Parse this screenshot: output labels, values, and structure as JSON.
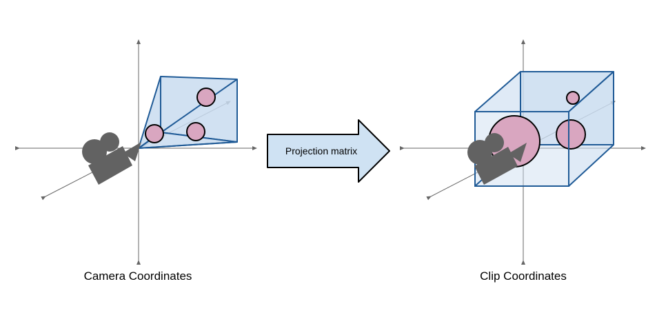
{
  "left_panel": {
    "caption": "Camera Coordinates"
  },
  "right_panel": {
    "caption": "Clip Coordinates"
  },
  "transform_arrow": {
    "label": "Projection matrix"
  },
  "colors": {
    "axis": "#666666",
    "volume_fill": "#c9dcf0",
    "volume_stroke": "#1f5a96",
    "object_fill": "#d9a6c0",
    "object_stroke": "#000000",
    "camera": "#626262",
    "arrow_fill": "#cfe2f3"
  }
}
